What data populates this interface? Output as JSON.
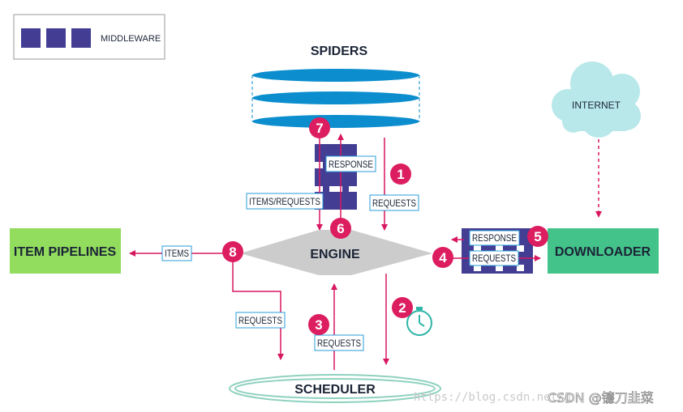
{
  "legend": {
    "label": "MIDDLEWARE"
  },
  "components": {
    "spiders": "SPIDERS",
    "engine": "ENGINE",
    "scheduler": "SCHEDULER",
    "downloader": "DOWNLOADER",
    "item_pipelines": "ITEM PIPELINES",
    "internet": "INTERNET"
  },
  "flow_labels": {
    "response_spider": "RESPONSE",
    "items_requests": "ITEMS/REQUESTS",
    "requests_spider": "REQUESTS",
    "items": "ITEMS",
    "requests_to_scheduler": "REQUESTS",
    "requests_from_scheduler": "REQUESTS",
    "response_downloader": "RESPONSE",
    "requests_downloader": "REQUESTS"
  },
  "steps": [
    "1",
    "2",
    "3",
    "4",
    "5",
    "6",
    "7",
    "8"
  ],
  "watermark": {
    "url": "https://blog.csdn.net/g",
    "csdn": "CSDN @镰刀韭菜"
  },
  "colors": {
    "middleware": "#433d93",
    "arrow": "#d7175f",
    "step_circle": "#dc1d5f",
    "spiders_disc": "#0c8ece",
    "engine": "#cccccc",
    "item_pipelines": "#92dc5e",
    "downloader": "#43c28a",
    "internet_cloud": "#b8e8ea",
    "scheduler_ring": "#8fd1bf",
    "label_border": "#2b9cd8",
    "text": "#1b2436"
  }
}
